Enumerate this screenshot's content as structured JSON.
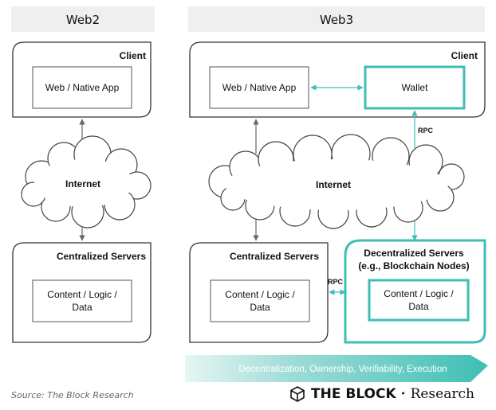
{
  "headers": {
    "web2": "Web2",
    "web3": "Web3"
  },
  "web2": {
    "client_title": "Client",
    "app": "Web / Native App",
    "internet": "Internet",
    "servers_title": "Centralized Servers",
    "content_line1": "Content / Logic /",
    "content_line2": "Data"
  },
  "web3": {
    "client_title": "Client",
    "app": "Web / Native App",
    "wallet": "Wallet",
    "rpc_top": "RPC",
    "internet": "Internet",
    "central_title": "Centralized Servers",
    "central_content_line1": "Content / Logic /",
    "central_content_line2": "Data",
    "rpc_mid": "RPC",
    "decentral_title_line1": "Decentralized Servers",
    "decentral_title_line2": "(e.g., Blockchain Nodes)",
    "decentral_content_line1": "Content / Logic /",
    "decentral_content_line2": "Data"
  },
  "banner": "Decentralization, Ownership, Verifiability, Execution",
  "source": "Source: The Block Research",
  "brand": {
    "name": "THE BLOCK",
    "sep": "·",
    "suffix": "Research",
    "logo_icon": "cube-logo-icon"
  },
  "colors": {
    "teal": "#3dbfb5",
    "grey_box": "#efefef",
    "outline": "#333333",
    "arrow_grey": "#666666"
  }
}
